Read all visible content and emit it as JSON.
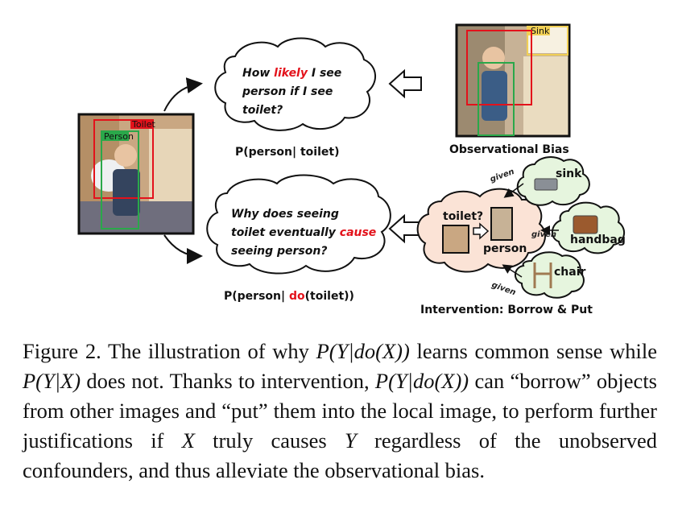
{
  "figure": {
    "left_photo": {
      "label_toilet": "Toilet",
      "label_person": "Person"
    },
    "obs_photo": {
      "label_sink": "Sink"
    },
    "top_cloud": {
      "line1_pre": "How ",
      "line1_red": "likely",
      "line1_post": " I see",
      "line2": "person if I see",
      "line3": "toilet?"
    },
    "top_formula": "P(person| toilet)",
    "obs_label": "Observational Bias",
    "bottom_cloud": {
      "line1": "Why does seeing",
      "line2_pre": "toilet eventually ",
      "line2_red": "cause",
      "line3": "seeing person?"
    },
    "bottom_formula_pre": "P(person| ",
    "bottom_formula_red": "do",
    "bottom_formula_post": "(toilet))",
    "intervention": {
      "toilet": "toilet",
      "qmark": "?",
      "person": "person",
      "given": "given",
      "sink": "sink",
      "handbag": "handbag",
      "chair": "chair",
      "label": "Intervention: Borrow & Put"
    },
    "colors": {
      "red": "#e3121b",
      "cloud_fill": "#ffffff",
      "pink_fill": "#fbe3d6",
      "green_fill": "#e6f5de",
      "toilet_box": "#e3121b",
      "person_box": "#2aa84a",
      "sink_box": "#f0cf55"
    }
  },
  "caption": {
    "label": "Figure 2.",
    "t1": " The illustration of why ",
    "m1": "P(Y|do(X))",
    "t2": " learns common sense while ",
    "m2": "P(Y|X)",
    "t3": " does not.  Thanks to intervention, ",
    "m3": "P(Y|do(X))",
    "t4": " can “borrow” objects from other images and “put” them into the local image, to perform further justifications if ",
    "m4": "X",
    "t5": " truly causes ",
    "m5": "Y",
    "t6": " regardless of the unobserved confounders, and thus alleviate the observational bias."
  }
}
